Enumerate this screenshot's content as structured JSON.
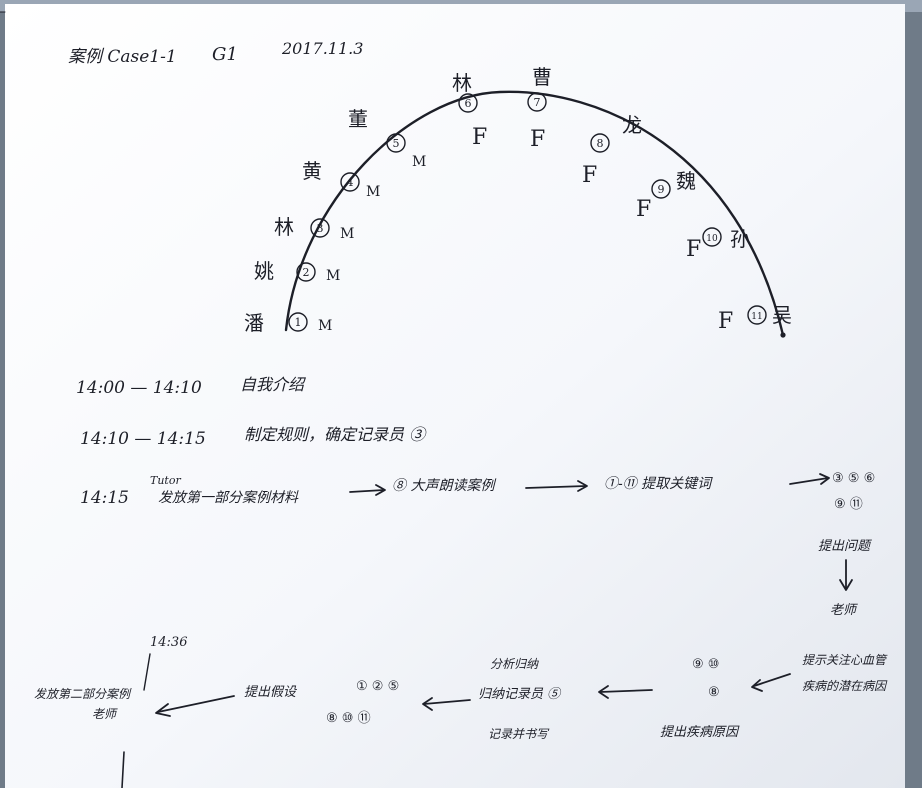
{
  "header": {
    "case": "案例 Case1-1",
    "group": "G1",
    "date": "2017.11.3"
  },
  "students": [
    {
      "surname": "潘",
      "num": "1",
      "gender": "M"
    },
    {
      "surname": "姚",
      "num": "2",
      "gender": "M"
    },
    {
      "surname": "林",
      "num": "3",
      "gender": "M"
    },
    {
      "surname": "黄",
      "num": "4",
      "gender": "M"
    },
    {
      "surname": "董",
      "num": "5",
      "gender": "M"
    },
    {
      "surname": "林",
      "num": "6",
      "gender": "F"
    },
    {
      "surname": "曹",
      "num": "7",
      "gender": "F"
    },
    {
      "surname": "龙",
      "num": "8",
      "gender": "F"
    },
    {
      "surname": "魏",
      "num": "9",
      "gender": "F"
    },
    {
      "surname": "孙",
      "num": "10",
      "gender": "F"
    },
    {
      "surname": "吴",
      "num": "11",
      "gender": "F"
    }
  ],
  "schedule": [
    {
      "time": "14:00 — 14:10",
      "text": "自我介绍"
    },
    {
      "time": "14:10 — 14:15",
      "text": "制定规则，确定记录员 ③"
    },
    {
      "time": "14:15",
      "text": ""
    }
  ],
  "tutor_label": "Tutor",
  "flow_top": [
    "发放第一部分案例材料",
    "⑧ 大声朗读案例",
    "①-⑪ 提取关键词"
  ],
  "flow_right_nums": [
    "③ ⑤ ⑥",
    "⑨ ⑪"
  ],
  "flow_right_label_1": "提出问题",
  "flow_right_label_2": "老师",
  "flow_bottom_right_label": [
    "提示关注心血管",
    "疾病的潜在病因"
  ],
  "flow_bottom_nums_a": [
    "⑨ ⑩",
    "⑧"
  ],
  "flow_bottom_label_a": "提出疾病原因",
  "flow_bottom_mid_label": [
    "分析归纳",
    "归纳记录员 ⑤",
    "记录并书写"
  ],
  "flow_bottom_nums_b": [
    "① ② ⑤",
    "⑧   ⑩ ⑪"
  ],
  "flow_bottom_label_b": "提出假设",
  "final_time": "14:36",
  "final_label": [
    "发放第二部分案例",
    "老师"
  ]
}
